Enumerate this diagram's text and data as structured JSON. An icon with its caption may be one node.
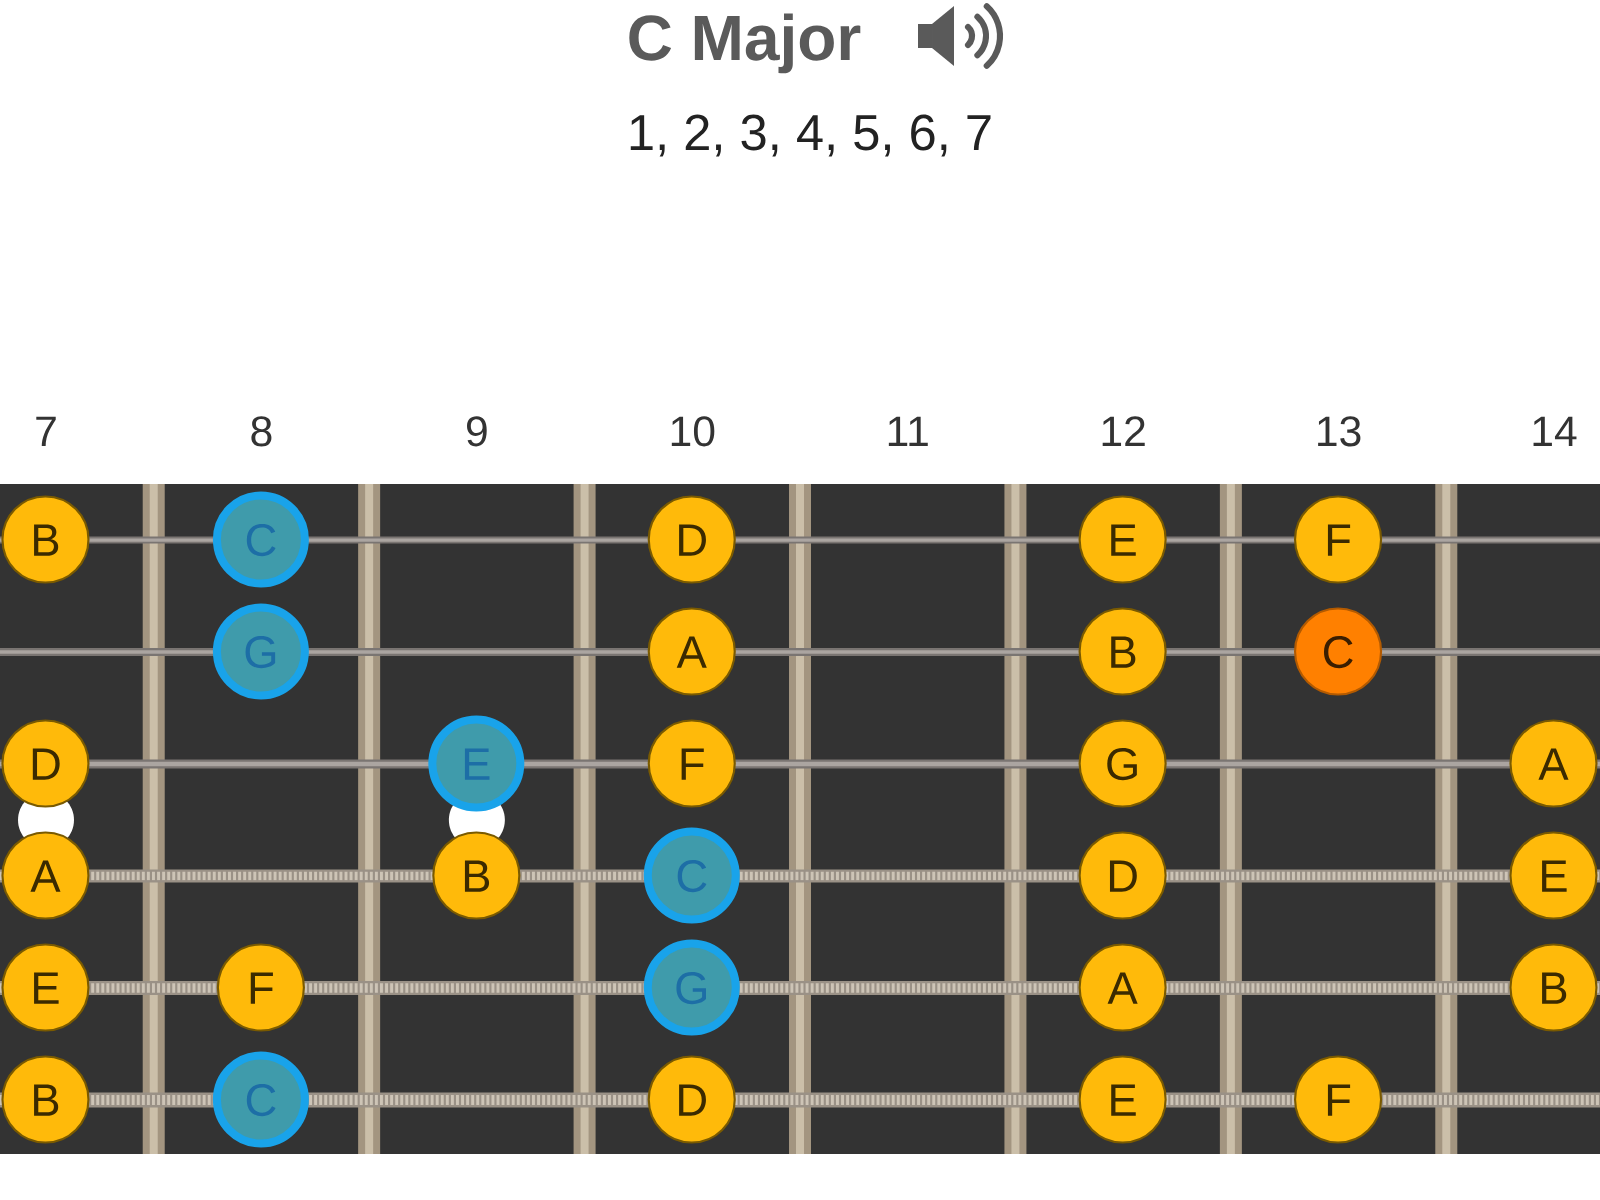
{
  "diagram": {
    "title": "C Major",
    "nodes": [
      {
        "text": [],
        "shape": "box"
      },
      {
        "text": [
          "B"
        ],
        "in": 0
      },
      {
        "text": [
          "C"
        ],
        "in": 0
      },
      {
        "text": [
          "D"
        ],
        "in": 0
      },
      {
        "text": [
          "E"
        ],
        "in": 0
      },
      {
        "text": [
          "F"
        ],
        "in": 0
      },
      {
        "text": [
          "G"
        ],
        "in": 0
      },
      {
        "text": [
          "A"
        ],
        "in": 0
      },
      {
        "text": [
          "B"
        ],
        "in": 0
      },
      {
        "text": [
          "C"
        ],
        "in": 0
      },
      {
        "text": [
          "D"
        ],
        "in": 0
      },
      {
        "text": [
          "E"
        ],
        "in": 0
      },
      {
        "text": [
          "F"
        ],
        "in": 0
      },
      {
        "text": [
          "G"
        ],
        "in": 0
      },
      {
        "text": [
          "A"
        ],
        "in": 0
      },
      {
        "text": [
          "A"
        ],
        "in": 0
      },
      {
        "text": [
          "B"
        ],
        "in": 0
      },
      {
        "text": [
          "C"
        ],
        "in": 0
      },
      {
        "text": [
          "D"
        ],
        "in": 0
      },
      {
        "text": [
          "E"
        ],
        "in": 0
      },
      {
        "text": [
          "E"
        ],
        "in": 0
      },
      {
        "text": [
          "F"
        ],
        "in": 0
      },
      {
        "text": [
          "G"
        ],
        "in": 0
      },
      {
        "text": [
          "A"
        ],
        "in": 0
      },
      {
        "text": [
          "B"
        ],
        "in": 0
      },
      {
        "text": [
          "B"
        ],
        "in": 0
      },
      {
        "text": [
          "C"
        ],
        "in": 0
      },
      {
        "text": [
          "D"
        ],
        "in": 0
      },
      {
        "text": [
          "E"
        ],
        "in": 0
      },
      {
        "text": [
          "F"
        ],
        "in": 0
      }
    ],
    "labels": [
      "1, 2, 3, 4, 5, 6, 7",
      "7",
      "8",
      "9",
      "10",
      "11",
      "12",
      "13",
      "14"
    ]
  }
}
